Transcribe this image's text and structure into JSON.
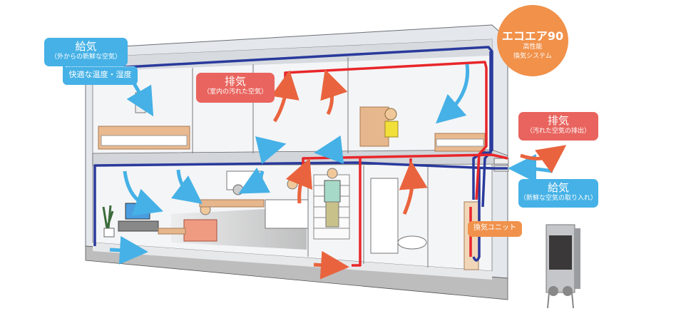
{
  "logo": {
    "name": "エコエア90",
    "tagline_line1": "高性能",
    "tagline_line2": "換気システム",
    "color": "#f1914a"
  },
  "callouts": {
    "supply_indoor": {
      "title": "給気",
      "subtitle": "（外からの新鮮な空気）",
      "note": "快適な温度・湿度",
      "color": "#45b1e6"
    },
    "exhaust_indoor": {
      "title": "排気",
      "subtitle": "（室内の汚れた空気）",
      "color": "#e9645e"
    },
    "exhaust_outdoor": {
      "title": "排気",
      "subtitle": "（汚れた空気の排出）",
      "color": "#e9645e"
    },
    "supply_outdoor": {
      "title": "給気",
      "subtitle": "（新鮮な空気の取り入れ）",
      "color": "#45b1e6"
    },
    "ventilation_unit": {
      "label": "換気ユニット",
      "color": "#f0924c"
    }
  },
  "colors": {
    "supply_duct": "#2a3a9c",
    "exhaust_duct": "#e8262a",
    "supply_flow": "#45b1e6",
    "exhaust_flow": "#e9643e",
    "wall": "#d9dde3",
    "floor": "#b8b8b8"
  }
}
